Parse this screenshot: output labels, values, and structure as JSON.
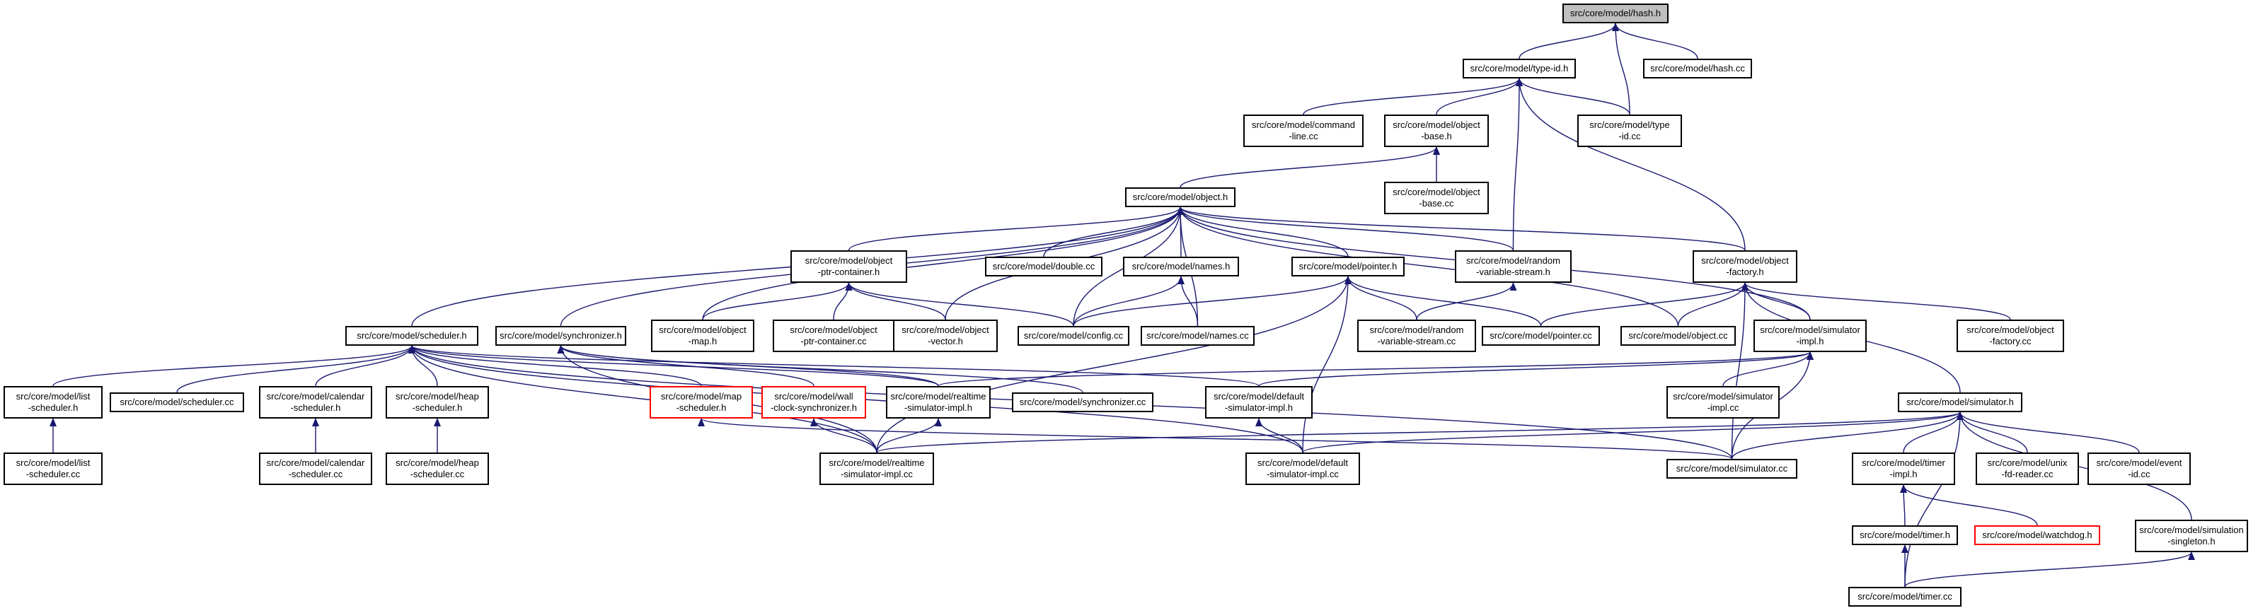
{
  "colors": {
    "edge": "#191970",
    "node_border": "#000000",
    "highlight_border": "#ff0000",
    "root_fill": "#bfbfbf"
  },
  "nodes": {
    "hash_h": "src/core/model/hash.h",
    "type_id_h": "src/core/model/type-id.h",
    "hash_cc": "src/core/model/hash.cc",
    "command_line_cc": "src/core/model/command\n-line.cc",
    "object_base_h": "src/core/model/object\n-base.h",
    "type_id_cc": "src/core/model/type\n-id.cc",
    "object_base_cc": "src/core/model/object\n-base.cc",
    "object_h": "src/core/model/object.h",
    "object_ptr_container_h": "src/core/model/object\n-ptr-container.h",
    "double_cc": "src/core/model/double.cc",
    "names_h": "src/core/model/names.h",
    "pointer_h": "src/core/model/pointer.h",
    "random_variable_stream_h": "src/core/model/random\n-variable-stream.h",
    "object_factory_h": "src/core/model/object\n-factory.h",
    "scheduler_h": "src/core/model/scheduler.h",
    "synchronizer_h": "src/core/model/synchronizer.h",
    "object_map_h": "src/core/model/object\n-map.h",
    "object_ptr_container_cc": "src/core/model/object\n-ptr-container.cc",
    "object_vector_h": "src/core/model/object\n-vector.h",
    "config_cc": "src/core/model/config.cc",
    "names_cc": "src/core/model/names.cc",
    "random_variable_stream_cc": "src/core/model/random\n-variable-stream.cc",
    "pointer_cc": "src/core/model/pointer.cc",
    "object_cc": "src/core/model/object.cc",
    "simulator_impl_h": "src/core/model/simulator\n-impl.h",
    "object_factory_cc": "src/core/model/object\n-factory.cc",
    "list_scheduler_h": "src/core/model/list\n-scheduler.h",
    "scheduler_cc": "src/core/model/scheduler.cc",
    "calendar_scheduler_h": "src/core/model/calendar\n-scheduler.h",
    "heap_scheduler_h": "src/core/model/heap\n-scheduler.h",
    "map_scheduler_h": "src/core/model/map\n-scheduler.h",
    "wall_clock_synchronizer_h": "src/core/model/wall\n-clock-synchronizer.h",
    "realtime_simulator_impl_h": "src/core/model/realtime\n-simulator-impl.h",
    "synchronizer_cc": "src/core/model/synchronizer.cc",
    "default_simulator_impl_h": "src/core/model/default\n-simulator-impl.h",
    "simulator_impl_cc": "src/core/model/simulator\n-impl.cc",
    "simulator_h": "src/core/model/simulator.h",
    "list_scheduler_cc": "src/core/model/list\n-scheduler.cc",
    "calendar_scheduler_cc": "src/core/model/calendar\n-scheduler.cc",
    "heap_scheduler_cc": "src/core/model/heap\n-scheduler.cc",
    "realtime_simulator_impl_cc": "src/core/model/realtime\n-simulator-impl.cc",
    "default_simulator_impl_cc": "src/core/model/default\n-simulator-impl.cc",
    "simulator_cc": "src/core/model/simulator.cc",
    "timer_impl_h": "src/core/model/timer\n-impl.h",
    "unix_fd_reader_cc": "src/core/model/unix\n-fd-reader.cc",
    "event_id_cc": "src/core/model/event\n-id.cc",
    "timer_h": "src/core/model/timer.h",
    "watchdog_h": "src/core/model/watchdog.h",
    "simulation_singleton_h": "src/core/model/simulation\n-singleton.h",
    "timer_cc": "src/core/model/timer.cc"
  }
}
